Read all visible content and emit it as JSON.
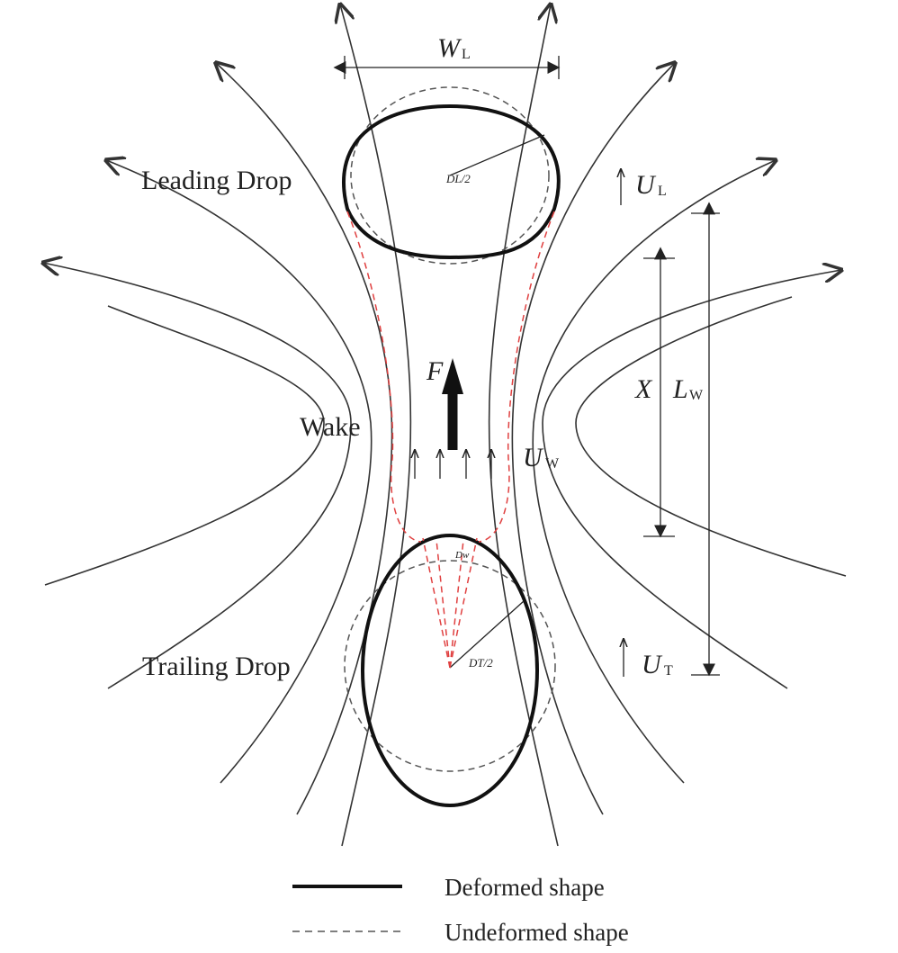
{
  "labels": {
    "leading_drop": "Leading Drop",
    "trailing_drop": "Trailing Drop",
    "wake": "Wake",
    "force": "F",
    "width": "W",
    "width_sub": "L",
    "leading_velocity": "U",
    "leading_velocity_sub": "L",
    "trailing_velocity": "U",
    "trailing_velocity_sub": "T",
    "wake_velocity": "U",
    "wake_velocity_sub": "W",
    "distance": "X",
    "wake_length": "L",
    "wake_length_sub": "W",
    "leading_radius": "DL/2",
    "trailing_radius": "DT/2",
    "wake_diameter": "Dw"
  },
  "legend": {
    "deformed": "Deformed shape",
    "undeformed": "Undeformed shape"
  },
  "colors": {
    "deformed_stroke": "#111111",
    "undeformed_stroke": "#555555",
    "wake_boundary": "#e04040",
    "streamline": "#333333"
  }
}
